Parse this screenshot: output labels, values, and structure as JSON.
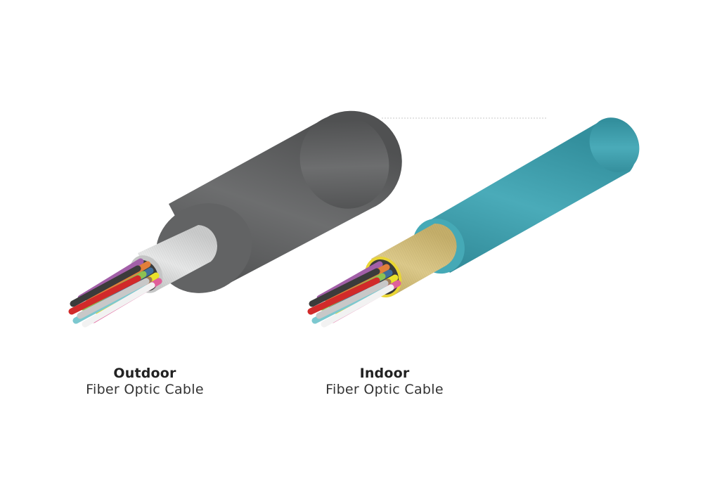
{
  "cables": [
    {
      "title": "Outdoor",
      "subtitle": "Fiber Optic Cable"
    },
    {
      "title": "Indoor",
      "subtitle": "Fiber Optic Cable"
    }
  ],
  "colors": {
    "outdoor_jacket": "#5f6061",
    "outdoor_buffer": "#d7d8d8",
    "indoor_jacket": "#3a9aa9",
    "indoor_yarn": "#cdb871",
    "fiber_colors": [
      "#e9e22b",
      "#e0609a",
      "#3f6e9b",
      "#e27f3a",
      "#a25fa8",
      "#8cc152",
      "#9f7a55",
      "#c8c8c8",
      "#3b3b3b",
      "#d12a2a",
      "#7cc8cf",
      "#f2f2f2"
    ]
  }
}
